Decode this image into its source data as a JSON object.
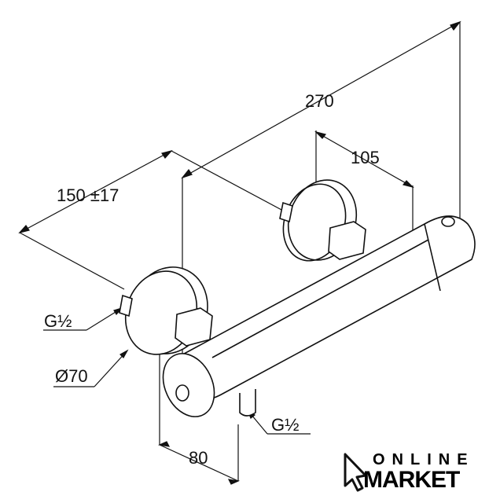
{
  "dimensions": {
    "total_width": "270",
    "spacing": "150 ±17",
    "outlet_offset": "105",
    "depth": "80",
    "flange_diameter": "Ø70",
    "inlet_thread": "G½",
    "outlet_thread": "G½"
  },
  "logo": {
    "line1": "ONLINE",
    "line2": "MARKET"
  }
}
